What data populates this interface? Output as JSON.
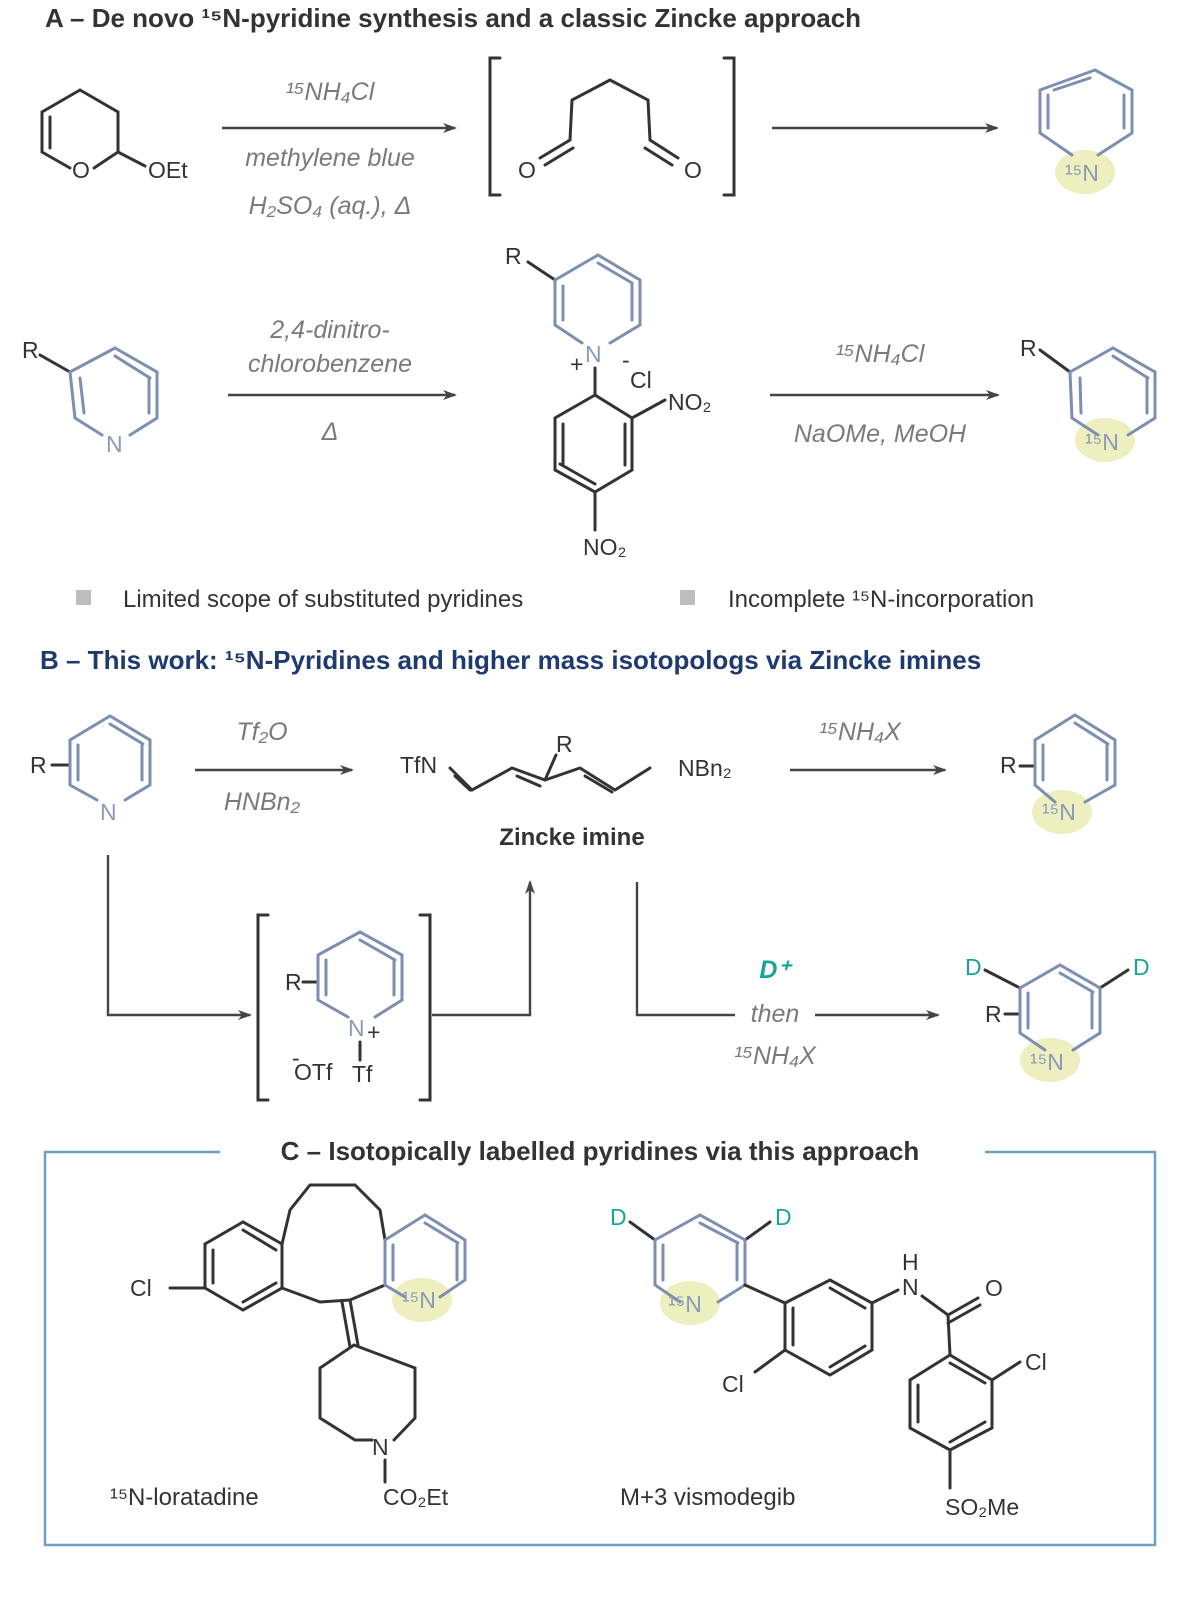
{
  "sectionA": {
    "title": "A – De novo ¹⁵N-pyridine synthesis and a classic Zincke approach",
    "row1": {
      "substituent": "OEt",
      "ringO": "O",
      "reagent": "¹⁵NH₄Cl",
      "cond1": "methylene blue",
      "cond2": "H₂SO₄ (aq.), Δ",
      "aldO1": "O",
      "aldO2": "O",
      "productN": "¹⁵N"
    },
    "row2": {
      "r": "R",
      "n": "N",
      "reagent1": "2,4-dinitro-",
      "reagent2": "chlorobenzene",
      "heat": "Δ",
      "saltR": "R",
      "saltN": "N",
      "plus": "+",
      "minus": "-",
      "chloride": "Cl",
      "no2a": "NO₂",
      "no2b": "NO₂",
      "reagent3": "¹⁵NH₄Cl",
      "cond3": "NaOMe, MeOH",
      "productR": "R",
      "productN": "¹⁵N"
    },
    "bullets": [
      "Limited scope of substituted pyridines",
      "Incomplete ¹⁵N-incorporation"
    ]
  },
  "sectionB": {
    "title": "B – This work: ¹⁵N-Pyridines and higher mass isotopologs via Zincke imines",
    "startR": "R",
    "startN": "N",
    "reagent1": "Tf₂O",
    "reagent2": "HNBn₂",
    "imineLeft": "TfN",
    "imineR": "R",
    "imineRight": "NBn₂",
    "imineLabel": "Zincke imine",
    "reagent3": "¹⁵NH₄X",
    "productR": "R",
    "productN": "¹⁵N",
    "intR": "R",
    "intN": "N",
    "intPlus": "+",
    "intOTf": "OTf",
    "intMinus": "-",
    "intTf": "Tf",
    "deut": "D⁺",
    "then": "then",
    "reagent4": "¹⁵NH₄X",
    "dprodD1": "D",
    "dprodD2": "D",
    "dprodR": "R",
    "dprodN": "¹⁵N"
  },
  "sectionC": {
    "title": "C – Isotopically labelled pyridines via this approach",
    "lor": {
      "cl": "Cl",
      "n15": "¹⁵N",
      "pipN": "N",
      "ester": "CO₂Et",
      "name": "¹⁵N-loratadine"
    },
    "vis": {
      "d1": "D",
      "d2": "D",
      "n15": "¹⁵N",
      "cl1": "Cl",
      "h": "H",
      "n": "N",
      "o": "O",
      "cl2": "Cl",
      "so2me": "SO₂Me",
      "name": "M+3 vismodegib"
    }
  },
  "colors": {
    "textDark": "#333333",
    "pyridineBlue": "#7d8fb0",
    "titleBlue": "#1f3a6e",
    "deuteriumTeal": "#1aa39a",
    "glow": "#edefbf",
    "frame": "#6fa0c4",
    "bulletGrey": "#bdbdbd",
    "conditionsGrey": "#7a7a7a"
  }
}
